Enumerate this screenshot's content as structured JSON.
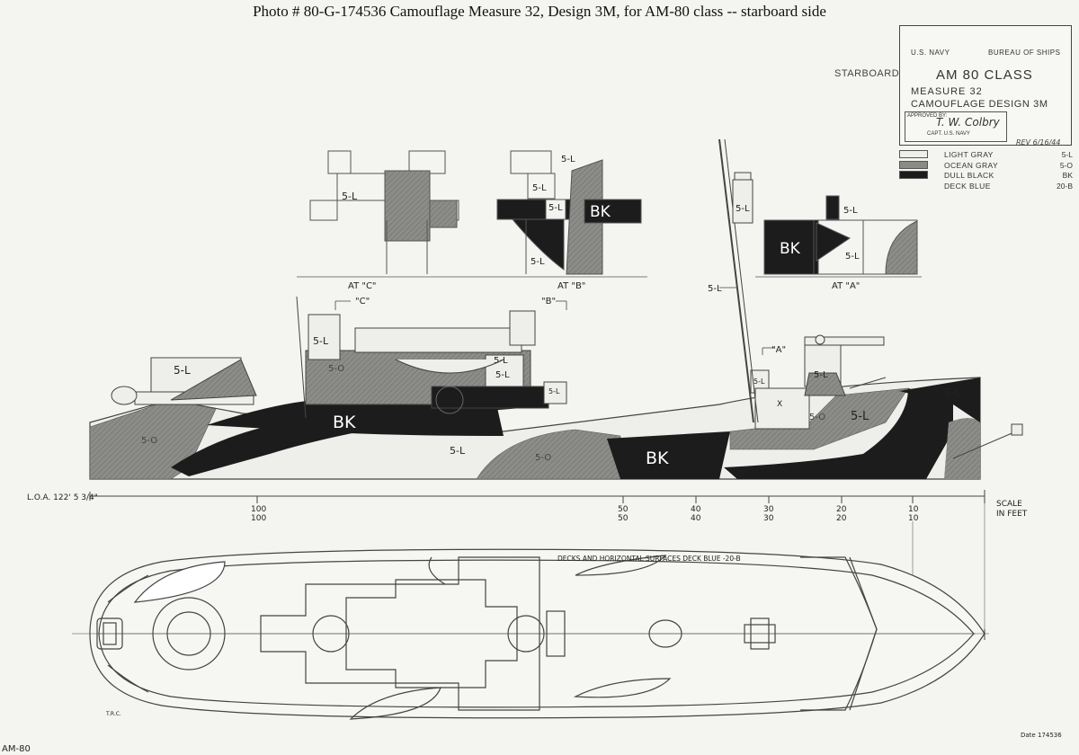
{
  "caption": "Photo # 80-G-174536 Camouflage Measure 32, Design 3M, for AM-80 class -- starboard side",
  "side_label": "STARBOARD",
  "title_block": {
    "org_left": "U.S. NAVY",
    "org_right": "BUREAU OF SHIPS",
    "ship_class": "AM 80 CLASS",
    "measure": "MEASURE 32",
    "design": "CAMOUFLAGE DESIGN 3M",
    "approved": "APPROVED BY:",
    "signature": "T. W. Colbry",
    "signer_title": "CAPT. U.S. NAVY",
    "rev": "REV 6/16/44"
  },
  "colors": {
    "light_gray": "#eeeeea",
    "ocean_gray": "#8a8a86",
    "dull_black": "#1c1c1c",
    "ink": "#333333"
  },
  "legend": [
    {
      "name": "LIGHT GRAY",
      "code": "5-L",
      "swatch": "light_gray"
    },
    {
      "name": "OCEAN GRAY",
      "code": "5-O",
      "swatch": "ocean_gray"
    },
    {
      "name": "DULL BLACK",
      "code": "BK",
      "swatch": "dull_black"
    },
    {
      "name": "DECK BLUE",
      "code": "20-B",
      "swatch": "none"
    }
  ],
  "section_labels": {
    "at_c": "AT \"C\"",
    "at_b": "AT \"B\"",
    "at_a": "AT \"A\""
  },
  "section_markers": {
    "c": "\"C\"",
    "b": "\"B\"",
    "a": "\"A\""
  },
  "codes": {
    "light": "5-L",
    "ocean": "5-O",
    "black": "BK",
    "x": "X"
  },
  "loa": "L.O.A. 122' 5 3/4\"",
  "scale_label": [
    "SCALE",
    "IN FEET"
  ],
  "scale_ticks": [
    {
      "top": "100",
      "bottom": "100"
    },
    {
      "top": "50",
      "bottom": "50"
    },
    {
      "top": "40",
      "bottom": "40"
    },
    {
      "top": "30",
      "bottom": "30"
    },
    {
      "top": "20",
      "bottom": "20"
    },
    {
      "top": "10",
      "bottom": "10"
    }
  ],
  "deck_note": "DECKS AND HORIZONTAL SURFACES DECK BLUE -20-B",
  "drafter": "T.R.C.",
  "corner_tag": "AM-80",
  "photo_stamp": "Date 174536"
}
